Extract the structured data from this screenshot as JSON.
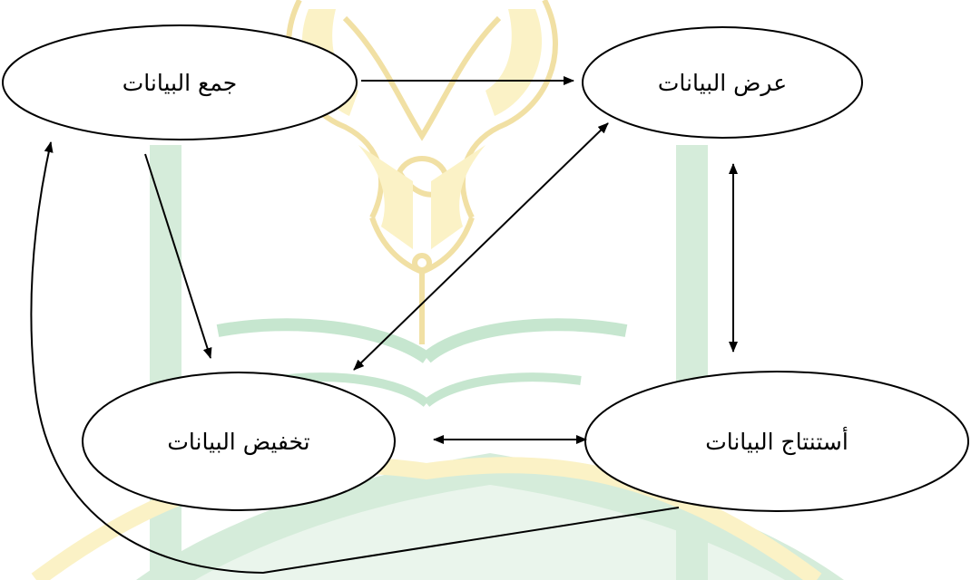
{
  "diagram": {
    "nodes": {
      "collection": {
        "label": "جمع البيانات"
      },
      "display": {
        "label": "عرض البيانات"
      },
      "reduction": {
        "label": "تخفيض البيانات"
      },
      "conclusion": {
        "label": "أستنتاج البيانات"
      }
    },
    "edges": [
      {
        "from": "collection",
        "to": "display",
        "direction": "forward"
      },
      {
        "from": "collection",
        "to": "reduction",
        "direction": "forward"
      },
      {
        "from": "display",
        "to": "reduction",
        "direction": "both"
      },
      {
        "from": "display",
        "to": "conclusion",
        "direction": "both"
      },
      {
        "from": "reduction",
        "to": "conclusion",
        "direction": "both"
      },
      {
        "from": "conclusion",
        "to": "collection",
        "direction": "forward",
        "style": "curve"
      }
    ]
  },
  "watermark": {
    "description": "faint green and yellow university emblem",
    "colors": {
      "green": "#c6e6cf",
      "yellow": "#fbf2c6",
      "outline": "#f1e0a4"
    }
  },
  "colors": {
    "stroke": "#000000",
    "background": "#ffffff"
  }
}
